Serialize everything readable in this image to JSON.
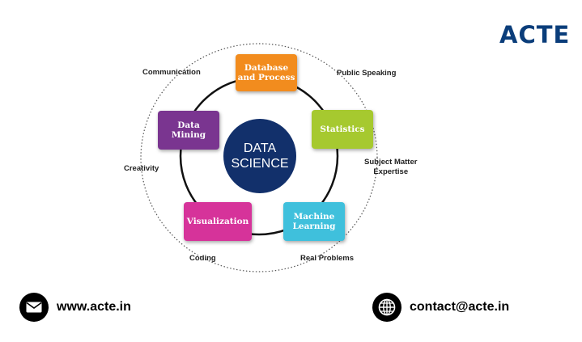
{
  "brand": {
    "logo": "ACTE"
  },
  "diagram": {
    "center": "DATA\nSCIENCE",
    "nodes": [
      {
        "label": "Database\nand Process",
        "color": "#f28c1e"
      },
      {
        "label": "Statistics",
        "color": "#a6c92f"
      },
      {
        "label": "Machine\nLearning",
        "color": "#3fc0dc"
      },
      {
        "label": "Visualization",
        "color": "#d6339a"
      },
      {
        "label": "Data\nMining",
        "color": "#7a3590"
      }
    ],
    "skills": [
      "Communication",
      "Public Speaking",
      "Subject Matter\nExpertise",
      "Real Problems",
      "Coding",
      "Creativity"
    ]
  },
  "contacts": {
    "website": "www.acte.in",
    "email": "contact@acte.in"
  }
}
